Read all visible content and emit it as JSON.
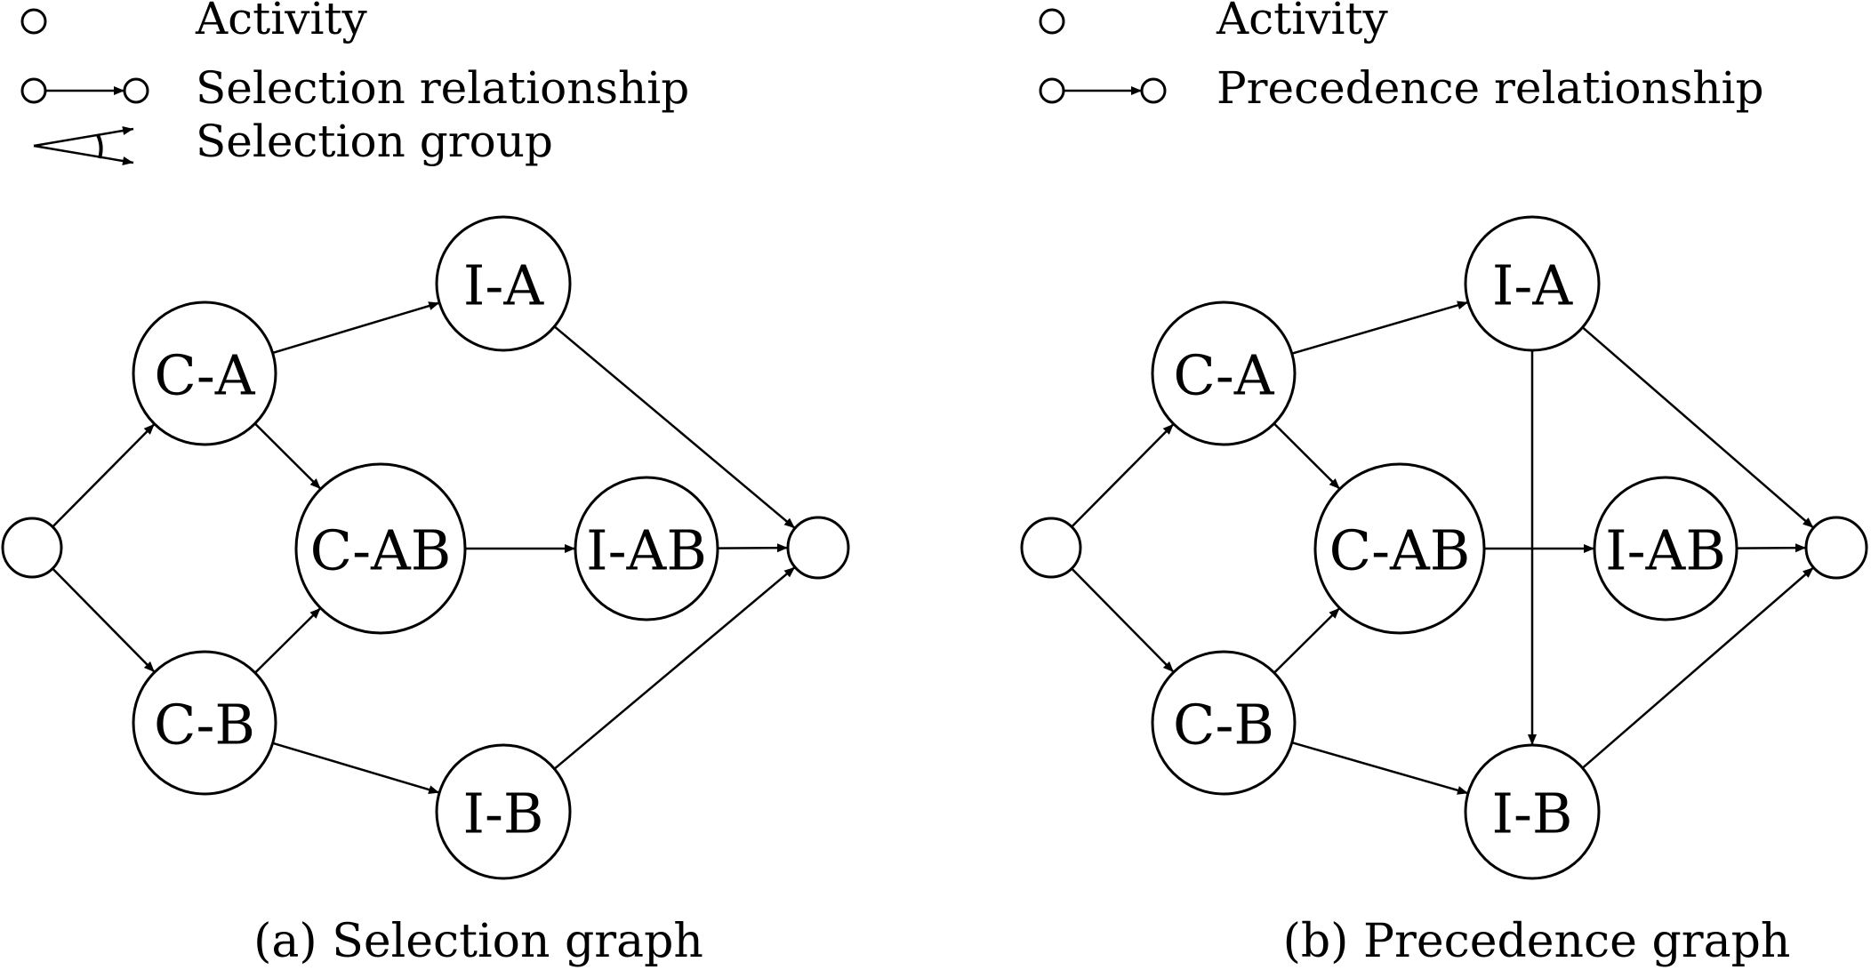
{
  "colors": {
    "stroke": "#000000",
    "background": "#ffffff"
  },
  "panels": [
    {
      "id": "a",
      "caption": "(a) Selection graph",
      "legend": {
        "activity": "Activity",
        "relationship": "Selection relationship",
        "group": "Selection group"
      },
      "nodes": {
        "start": "",
        "ca": "C-A",
        "cb": "C-B",
        "cab": "C-AB",
        "ia": "I-A",
        "ib": "I-B",
        "iab": "I-AB",
        "end": ""
      },
      "edges": [
        [
          "start",
          "ca"
        ],
        [
          "start",
          "cb"
        ],
        [
          "ca",
          "ia"
        ],
        [
          "ca",
          "cab"
        ],
        [
          "cb",
          "cab"
        ],
        [
          "cb",
          "ib"
        ],
        [
          "cab",
          "iab"
        ],
        [
          "ia",
          "end"
        ],
        [
          "iab",
          "end"
        ],
        [
          "ib",
          "end"
        ]
      ],
      "selection_groups": [
        [
          "ca",
          "ia",
          "cab"
        ],
        [
          "cb",
          "cab",
          "ib"
        ]
      ]
    },
    {
      "id": "b",
      "caption": "(b) Precedence graph",
      "legend": {
        "activity": "Activity",
        "relationship": "Precedence relationship"
      },
      "nodes": {
        "start": "",
        "ca": "C-A",
        "cb": "C-B",
        "cab": "C-AB",
        "ia": "I-A",
        "ib": "I-B",
        "iab": "I-AB",
        "end": ""
      },
      "edges": [
        [
          "start",
          "ca"
        ],
        [
          "start",
          "cb"
        ],
        [
          "ca",
          "ia"
        ],
        [
          "ca",
          "cab"
        ],
        [
          "cb",
          "cab"
        ],
        [
          "cb",
          "ib"
        ],
        [
          "cab",
          "iab"
        ],
        [
          "ia",
          "ib"
        ],
        [
          "ia",
          "end"
        ],
        [
          "iab",
          "end"
        ],
        [
          "ib",
          "end"
        ]
      ],
      "selection_groups": []
    }
  ]
}
